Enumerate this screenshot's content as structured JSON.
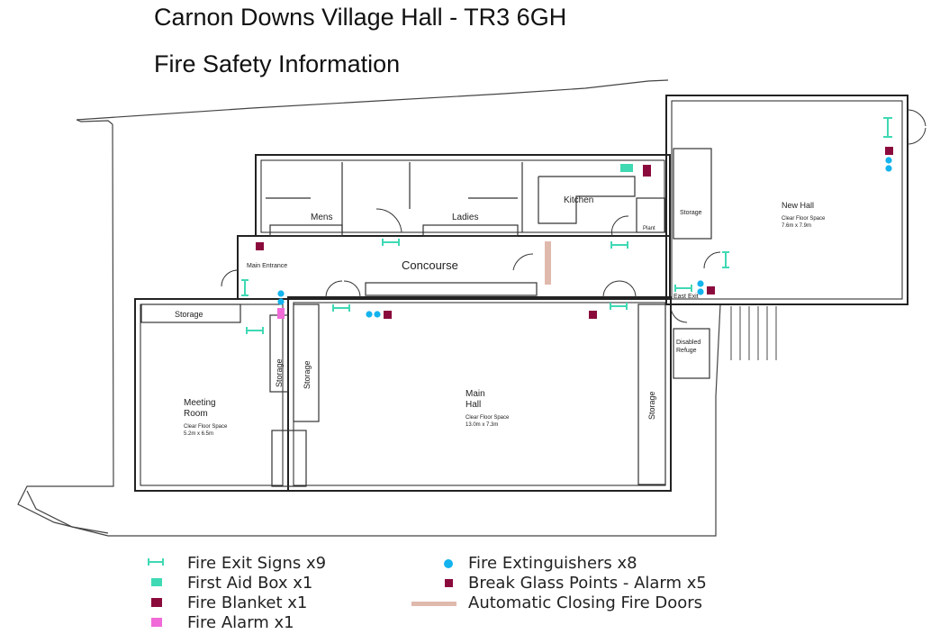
{
  "header": {
    "title": "Carnon Downs Village Hall - TR3 6GH",
    "subtitle": "Fire Safety Information"
  },
  "rooms": {
    "mens": "Mens",
    "ladies": "Ladies",
    "kitchen": "Kitchen",
    "plant": "Plant",
    "storage": "Storage",
    "new_hall": "New Hall",
    "new_hall_space_label": "Clear Floor Space",
    "new_hall_space": "7.6m x 7.9m",
    "main_entrance": "Main Entrance",
    "concourse": "Concourse",
    "east_exit": "East Exit",
    "disabled_refuge_1": "Disabled",
    "disabled_refuge_2": "Refuge",
    "meeting_room_1": "Meeting",
    "meeting_room_2": "Room",
    "meeting_space_label": "Clear Floor Space",
    "meeting_space": "5.2m x 6.5m",
    "main_hall_1": "Main",
    "main_hall_2": "Hall",
    "main_hall_space_label": "Clear Floor Space",
    "main_hall_space": "13.0m x 7.3m"
  },
  "legend": {
    "exit_signs": "Fire Exit Signs x9",
    "first_aid": "First Aid Box x1",
    "fire_blanket": "Fire Blanket x1",
    "fire_alarm": "Fire Alarm x1",
    "extinguishers": "Fire Extinguishers x8",
    "break_glass": "Break Glass Points - Alarm x5",
    "closing_doors": "Automatic Closing Fire Doors"
  },
  "colors": {
    "exit_sign": "#3fd9b4",
    "first_aid": "#3fd9b4",
    "fire_blanket": "#8b0a3c",
    "fire_alarm": "#f06ad8",
    "extinguisher": "#13b3ee",
    "break_glass": "#8b0a3c",
    "closing_door": "#e0b9ad"
  }
}
